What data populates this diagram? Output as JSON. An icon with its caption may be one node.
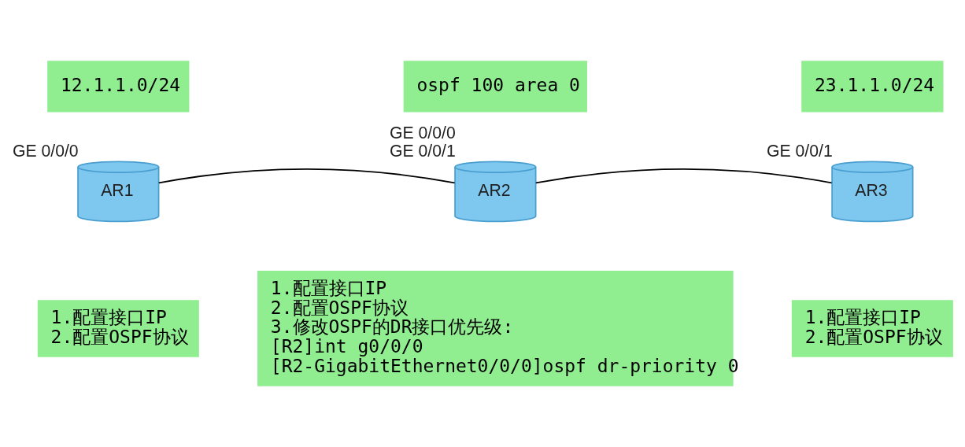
{
  "diagram": {
    "nodes": [
      {
        "text": [
          "AR1"
        ],
        "beside": [
          "GE 0/0/0"
        ]
      },
      {
        "text": [
          "12.1.1.0/24"
        ]
      },
      {
        "text": [
          "ospf 100 area 0"
        ]
      },
      {
        "text": [
          "AR2"
        ],
        "beside": [
          "GE 0/0/0",
          "GE 0/0/1"
        ]
      },
      {
        "text": [
          "23.1.1.0/24"
        ]
      },
      {
        "text": [
          "AR3"
        ],
        "beside": [
          "GE 0/0/1"
        ]
      },
      {
        "text": [
          "1.配置接口IP",
          "2.配置OSPF协议"
        ]
      },
      {
        "text": [
          "1.配置接口IP",
          "2.配置OSPF协议",
          "3.修改OSPF的DR接口优先级:",
          "[R2]int g0/0/0",
          "[R2-GigabitEthernet0/0/0]ospf dr-priority 0"
        ]
      },
      {
        "text": [
          "1.配置接口IP",
          "2.配置OSPF协议"
        ]
      }
    ],
    "edges": [
      {
        "from": 0,
        "to": 3,
        "arrow": "none"
      },
      {
        "from": 3,
        "to": 5,
        "arrow": "none"
      }
    ]
  }
}
